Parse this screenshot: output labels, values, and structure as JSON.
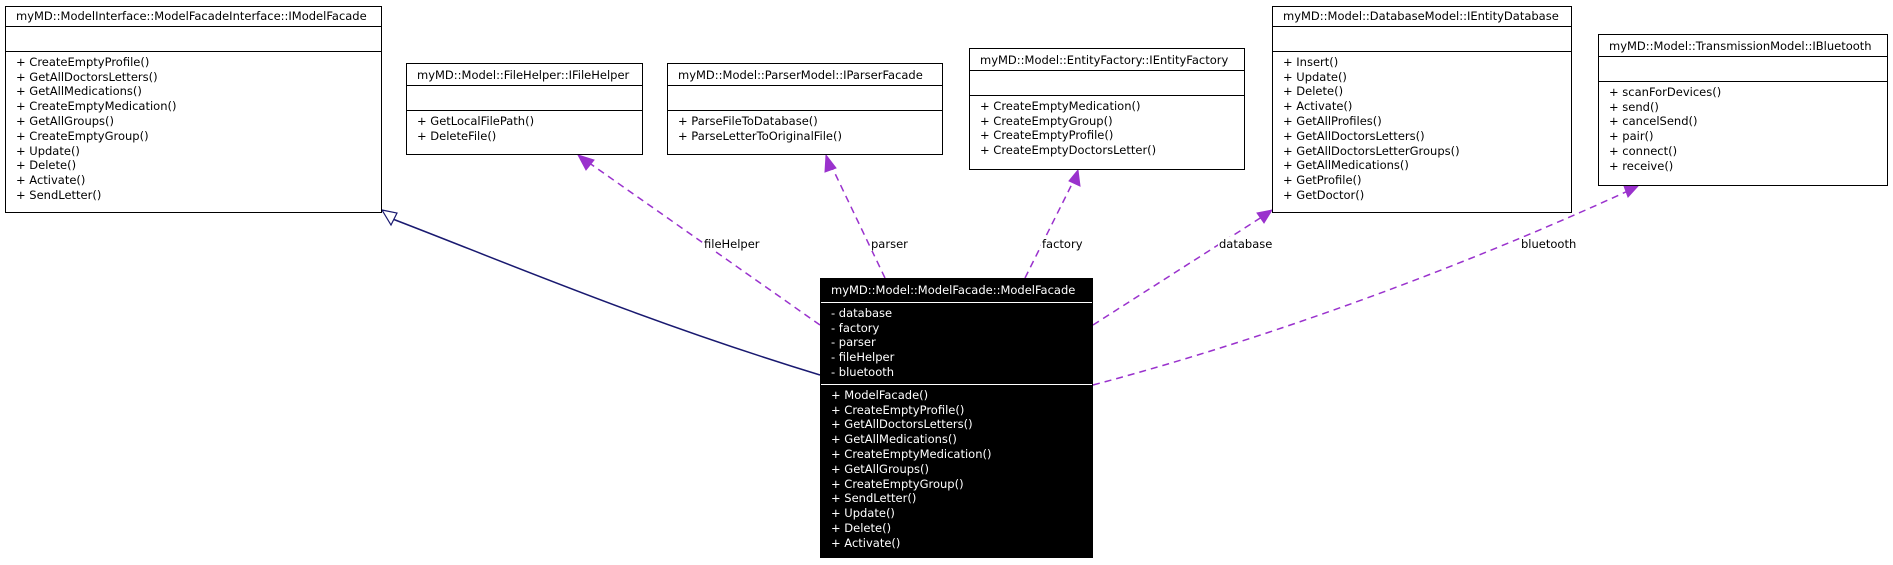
{
  "classes": {
    "imodelfacade": {
      "title": "myMD::ModelInterface::ModelFacadeInterface::IModelFacade",
      "attributes": [],
      "methods": [
        "+ CreateEmptyProfile()",
        "+ GetAllDoctorsLetters()",
        "+ GetAllMedications()",
        "+ CreateEmptyMedication()",
        "+ GetAllGroups()",
        "+ CreateEmptyGroup()",
        "+ Update()",
        "+ Delete()",
        "+ Activate()",
        "+ SendLetter()"
      ]
    },
    "ifilehelper": {
      "title": "myMD::Model::FileHelper::IFileHelper",
      "attributes": [],
      "methods": [
        "+ GetLocalFilePath()",
        "+ DeleteFile()"
      ]
    },
    "iparserfacade": {
      "title": "myMD::Model::ParserModel::IParserFacade",
      "attributes": [],
      "methods": [
        "+ ParseFileToDatabase()",
        "+ ParseLetterToOriginalFile()"
      ]
    },
    "ientityfactory": {
      "title": "myMD::Model::EntityFactory::IEntityFactory",
      "attributes": [],
      "methods": [
        "+ CreateEmptyMedication()",
        "+ CreateEmptyGroup()",
        "+ CreateEmptyProfile()",
        "+ CreateEmptyDoctorsLetter()"
      ]
    },
    "ientitydatabase": {
      "title": "myMD::Model::DatabaseModel::IEntityDatabase",
      "attributes": [],
      "methods": [
        "+ Insert()",
        "+ Update()",
        "+ Delete()",
        "+ Activate()",
        "+ GetAllProfiles()",
        "+ GetAllDoctorsLetters()",
        "+ GetAllDoctorsLetterGroups()",
        "+ GetAllMedications()",
        "+ GetProfile()",
        "+ GetDoctor()"
      ]
    },
    "ibluetooth": {
      "title": "myMD::Model::TransmissionModel::IBluetooth",
      "attributes": [],
      "methods": [
        "+ scanForDevices()",
        "+ send()",
        "+ cancelSend()",
        "+ pair()",
        "+ connect()",
        "+ receive()"
      ]
    },
    "modelfacade": {
      "title": "myMD::Model::ModelFacade::ModelFacade",
      "attributes": [
        "- database",
        "- factory",
        "- parser",
        "- fileHelper",
        "- bluetooth"
      ],
      "methods": [
        "+ ModelFacade()",
        "+ CreateEmptyProfile()",
        "+ GetAllDoctorsLetters()",
        "+ GetAllMedications()",
        "+ CreateEmptyMedication()",
        "+ GetAllGroups()",
        "+ CreateEmptyGroup()",
        "+ SendLetter()",
        "+ Update()",
        "+ Delete()",
        "+ Activate()"
      ]
    }
  },
  "edge_labels": {
    "filehelper": "fileHelper",
    "parser": "parser",
    "factory": "factory",
    "database": "database",
    "bluetooth": "bluetooth"
  },
  "colors": {
    "inheritance": "#191970",
    "usage": "#9a32cd"
  }
}
